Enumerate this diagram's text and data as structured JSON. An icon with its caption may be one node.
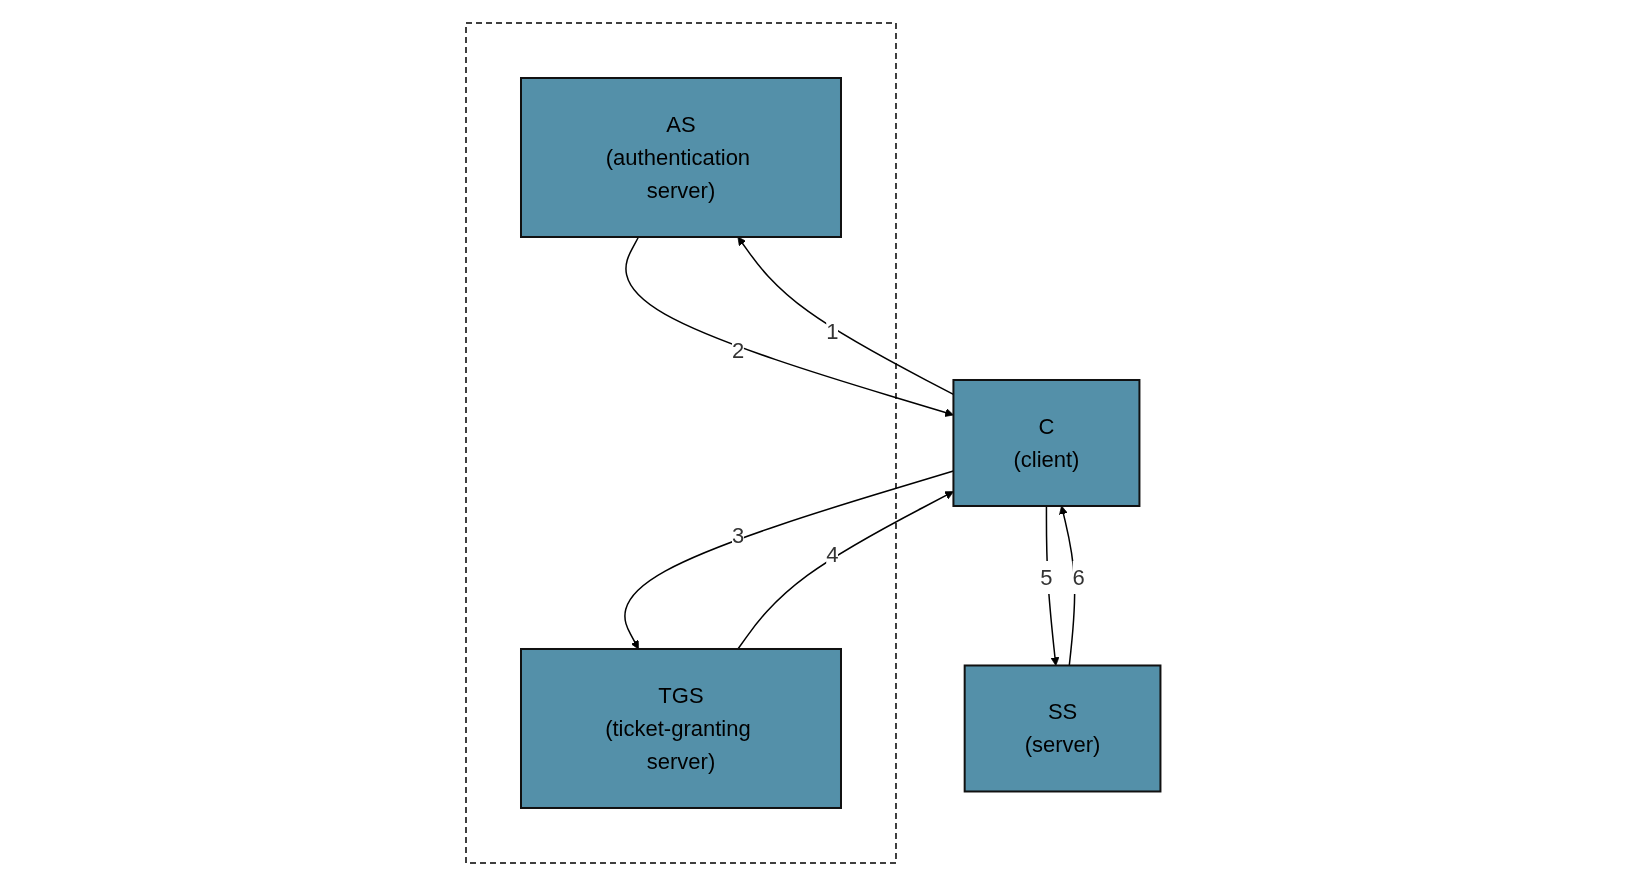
{
  "diagram": {
    "nodes": [
      {
        "text": [],
        "shape": "box"
      },
      {
        "text": [
          "AS",
          "(authentication server)"
        ],
        "in": 0
      },
      {
        "text": [
          "TGS",
          "(ticket-granting server)"
        ],
        "in": 0
      },
      {
        "text": [
          "C",
          "(client)"
        ]
      },
      {
        "text": [
          "SS",
          "(server)"
        ]
      }
    ],
    "edges": [
      {
        "from": 3,
        "to": 1,
        "arrow": "to",
        "label": "1"
      },
      {
        "from": 1,
        "to": 3,
        "arrow": "to",
        "label": "2"
      },
      {
        "from": 3,
        "to": 2,
        "arrow": "to",
        "label": "3"
      },
      {
        "from": 2,
        "to": 3,
        "arrow": "to",
        "label": "4"
      },
      {
        "from": 3,
        "to": 4,
        "arrow": "to",
        "label": "5"
      },
      {
        "from": 4,
        "to": 3,
        "arrow": "to",
        "label": "6"
      }
    ]
  }
}
